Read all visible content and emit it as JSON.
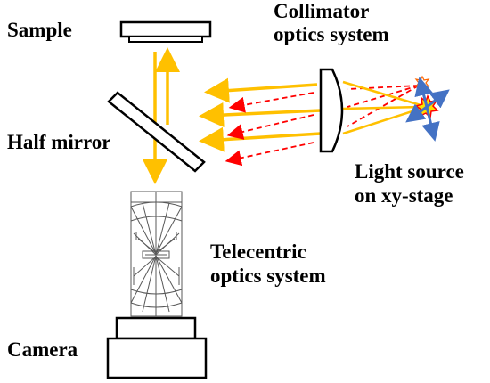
{
  "labels": {
    "sample": "Sample",
    "collimator_line1": "Collimator",
    "collimator_line2": "optics system",
    "half_mirror": "Half mirror",
    "light_source_line1": "Light source",
    "light_source_line2": "on xy-stage",
    "telecentric_line1": "Telecentric",
    "telecentric_line2": "optics system",
    "camera": "Camera"
  },
  "colors": {
    "main_beam": "#FFC000",
    "offset_beam": "#FF0000",
    "stage_arrows": "#4472C4",
    "outline": "#000000",
    "lens_lines": "#595959"
  }
}
